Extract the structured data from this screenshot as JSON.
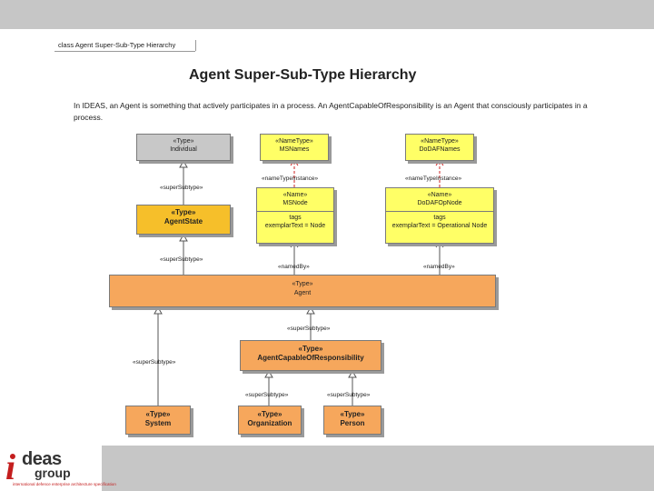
{
  "frame": {
    "label": "class Agent Super-Sub-Type Hierarchy"
  },
  "title": "Agent Super-Sub-Type Hierarchy",
  "description": "In IDEAS, an Agent is something that actively participates in a process. An AgentCapableOfResponsibility is an Agent that consciously participates in a process.",
  "nodes": {
    "individual": {
      "stereotype": "«Type»",
      "name": "Individual"
    },
    "msnames": {
      "stereotype": "«NameType»",
      "name": "MSNames"
    },
    "dodafnames": {
      "stereotype": "«NameType»",
      "name": "DoDAFNames"
    },
    "msnode": {
      "stereotype": "«Name»",
      "name": "MSNode",
      "tags_label": "tags",
      "tags_value": "exemplarText = Node"
    },
    "dodafopnode": {
      "stereotype": "«Name»",
      "name": "DoDAFOpNode",
      "tags_label": "tags",
      "tags_value": "exemplarText = Operational Node"
    },
    "agentstate": {
      "stereotype": "«Type»",
      "name": "AgentState"
    },
    "agent": {
      "stereotype": "«Type»",
      "name": "Agent"
    },
    "acor": {
      "stereotype": "«Type»",
      "name": "AgentCapableOfResponsibility"
    },
    "system": {
      "stereotype": "«Type»",
      "name": "System"
    },
    "organization": {
      "stereotype": "«Type»",
      "name": "Organization"
    },
    "person": {
      "stereotype": "«Type»",
      "name": "Person"
    }
  },
  "relations": {
    "super_subtype": "«superSubtype»",
    "name_type_instance": "«nameTypeInstance»",
    "named_by": "«namedBy»"
  },
  "logo": {
    "i": "i",
    "ideas": "deas",
    "group": "group",
    "tagline": "international defence enterprise architecture specification"
  },
  "colors": {
    "gray_box": "#c8c8c8",
    "yellow_box": "#ffff66",
    "orange_box": "#f6a75c",
    "gold_box": "#f6bf2a",
    "logo_red": "#c41e1e",
    "band_gray": "#c6c6c6"
  }
}
